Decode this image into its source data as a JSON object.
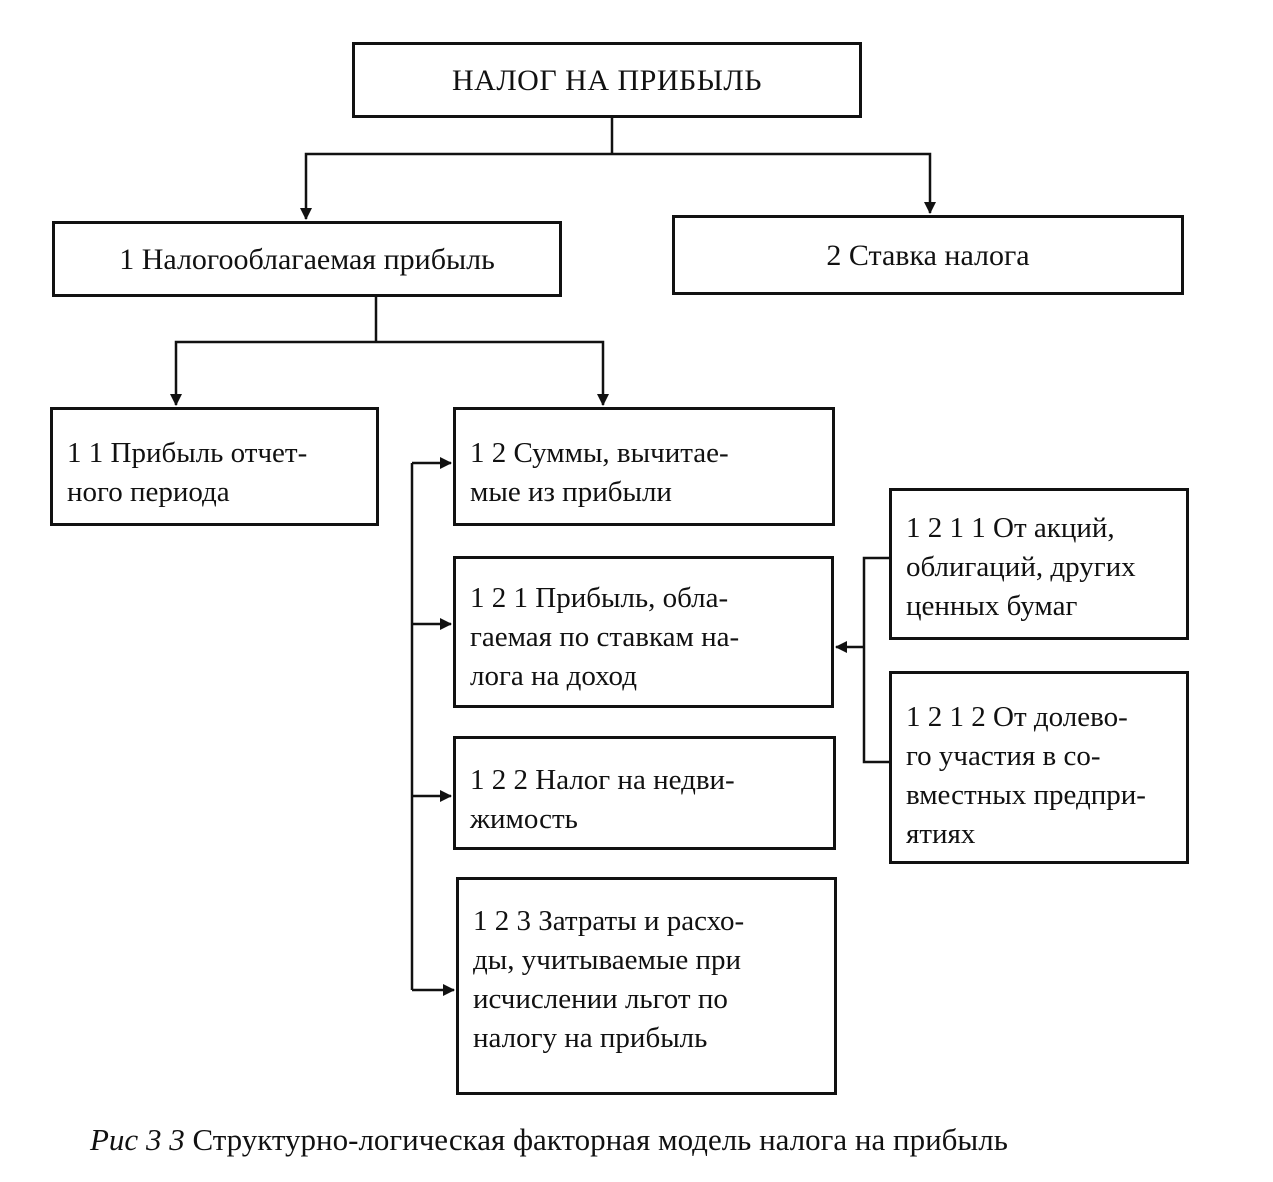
{
  "diagram": {
    "root": {
      "label": "НАЛОГ НА ПРИБЫЛЬ"
    },
    "node_1": {
      "lines": [
        "1  Налогооблагаемая прибыль"
      ]
    },
    "node_2": {
      "lines": [
        "2  Ставка налога"
      ]
    },
    "node_1_1": {
      "lines": [
        "1 1  Прибыль отчет-",
        "ного периода"
      ]
    },
    "node_1_2": {
      "lines": [
        "1 2  Суммы, вычитае-",
        "мые из прибыли"
      ]
    },
    "node_1_2_1": {
      "lines": [
        "1 2 1  Прибыль, обла-",
        "гаемая по ставкам на-",
        "лога на доход"
      ]
    },
    "node_1_2_2": {
      "lines": [
        "1 2 2  Налог на недви-",
        "жимость"
      ]
    },
    "node_1_2_3": {
      "lines": [
        "1 2 3  Затраты и расхо-",
        "ды, учитываемые при",
        "исчислении льгот по",
        "налогу на прибыль"
      ]
    },
    "node_1_2_1_1": {
      "lines": [
        "1 2 1 1  От акций,",
        "облигаций, других",
        "ценных бумаг"
      ]
    },
    "node_1_2_1_2": {
      "lines": [
        "1 2 1 2  От долево-",
        "го участия в со-",
        "вместных предпри-",
        "ятиях"
      ]
    }
  },
  "caption": {
    "label": "Рис 3 3",
    "text": "Структурно-логическая факторная модель налога на прибыль"
  },
  "colors": {
    "line": "#111111",
    "background": "#ffffff"
  }
}
